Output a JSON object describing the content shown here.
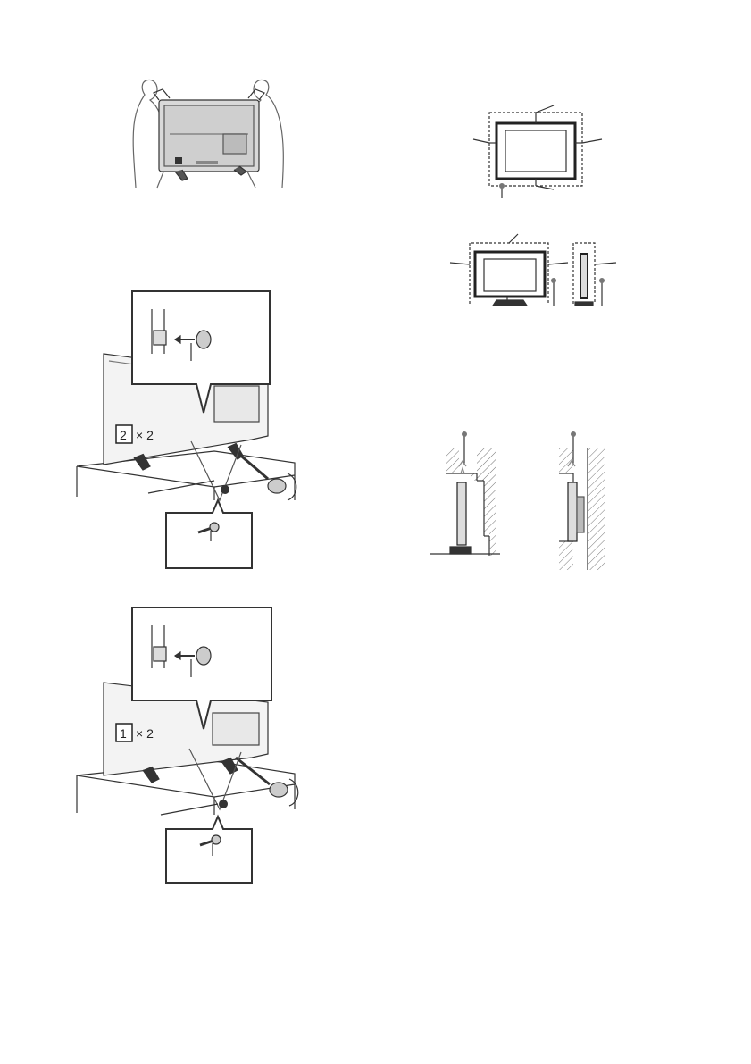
{
  "install_step_2": {
    "badge_number": "2",
    "badge_multiplier": "× 2"
  },
  "install_step_1": {
    "badge_number": "1",
    "badge_multiplier": "× 2"
  }
}
